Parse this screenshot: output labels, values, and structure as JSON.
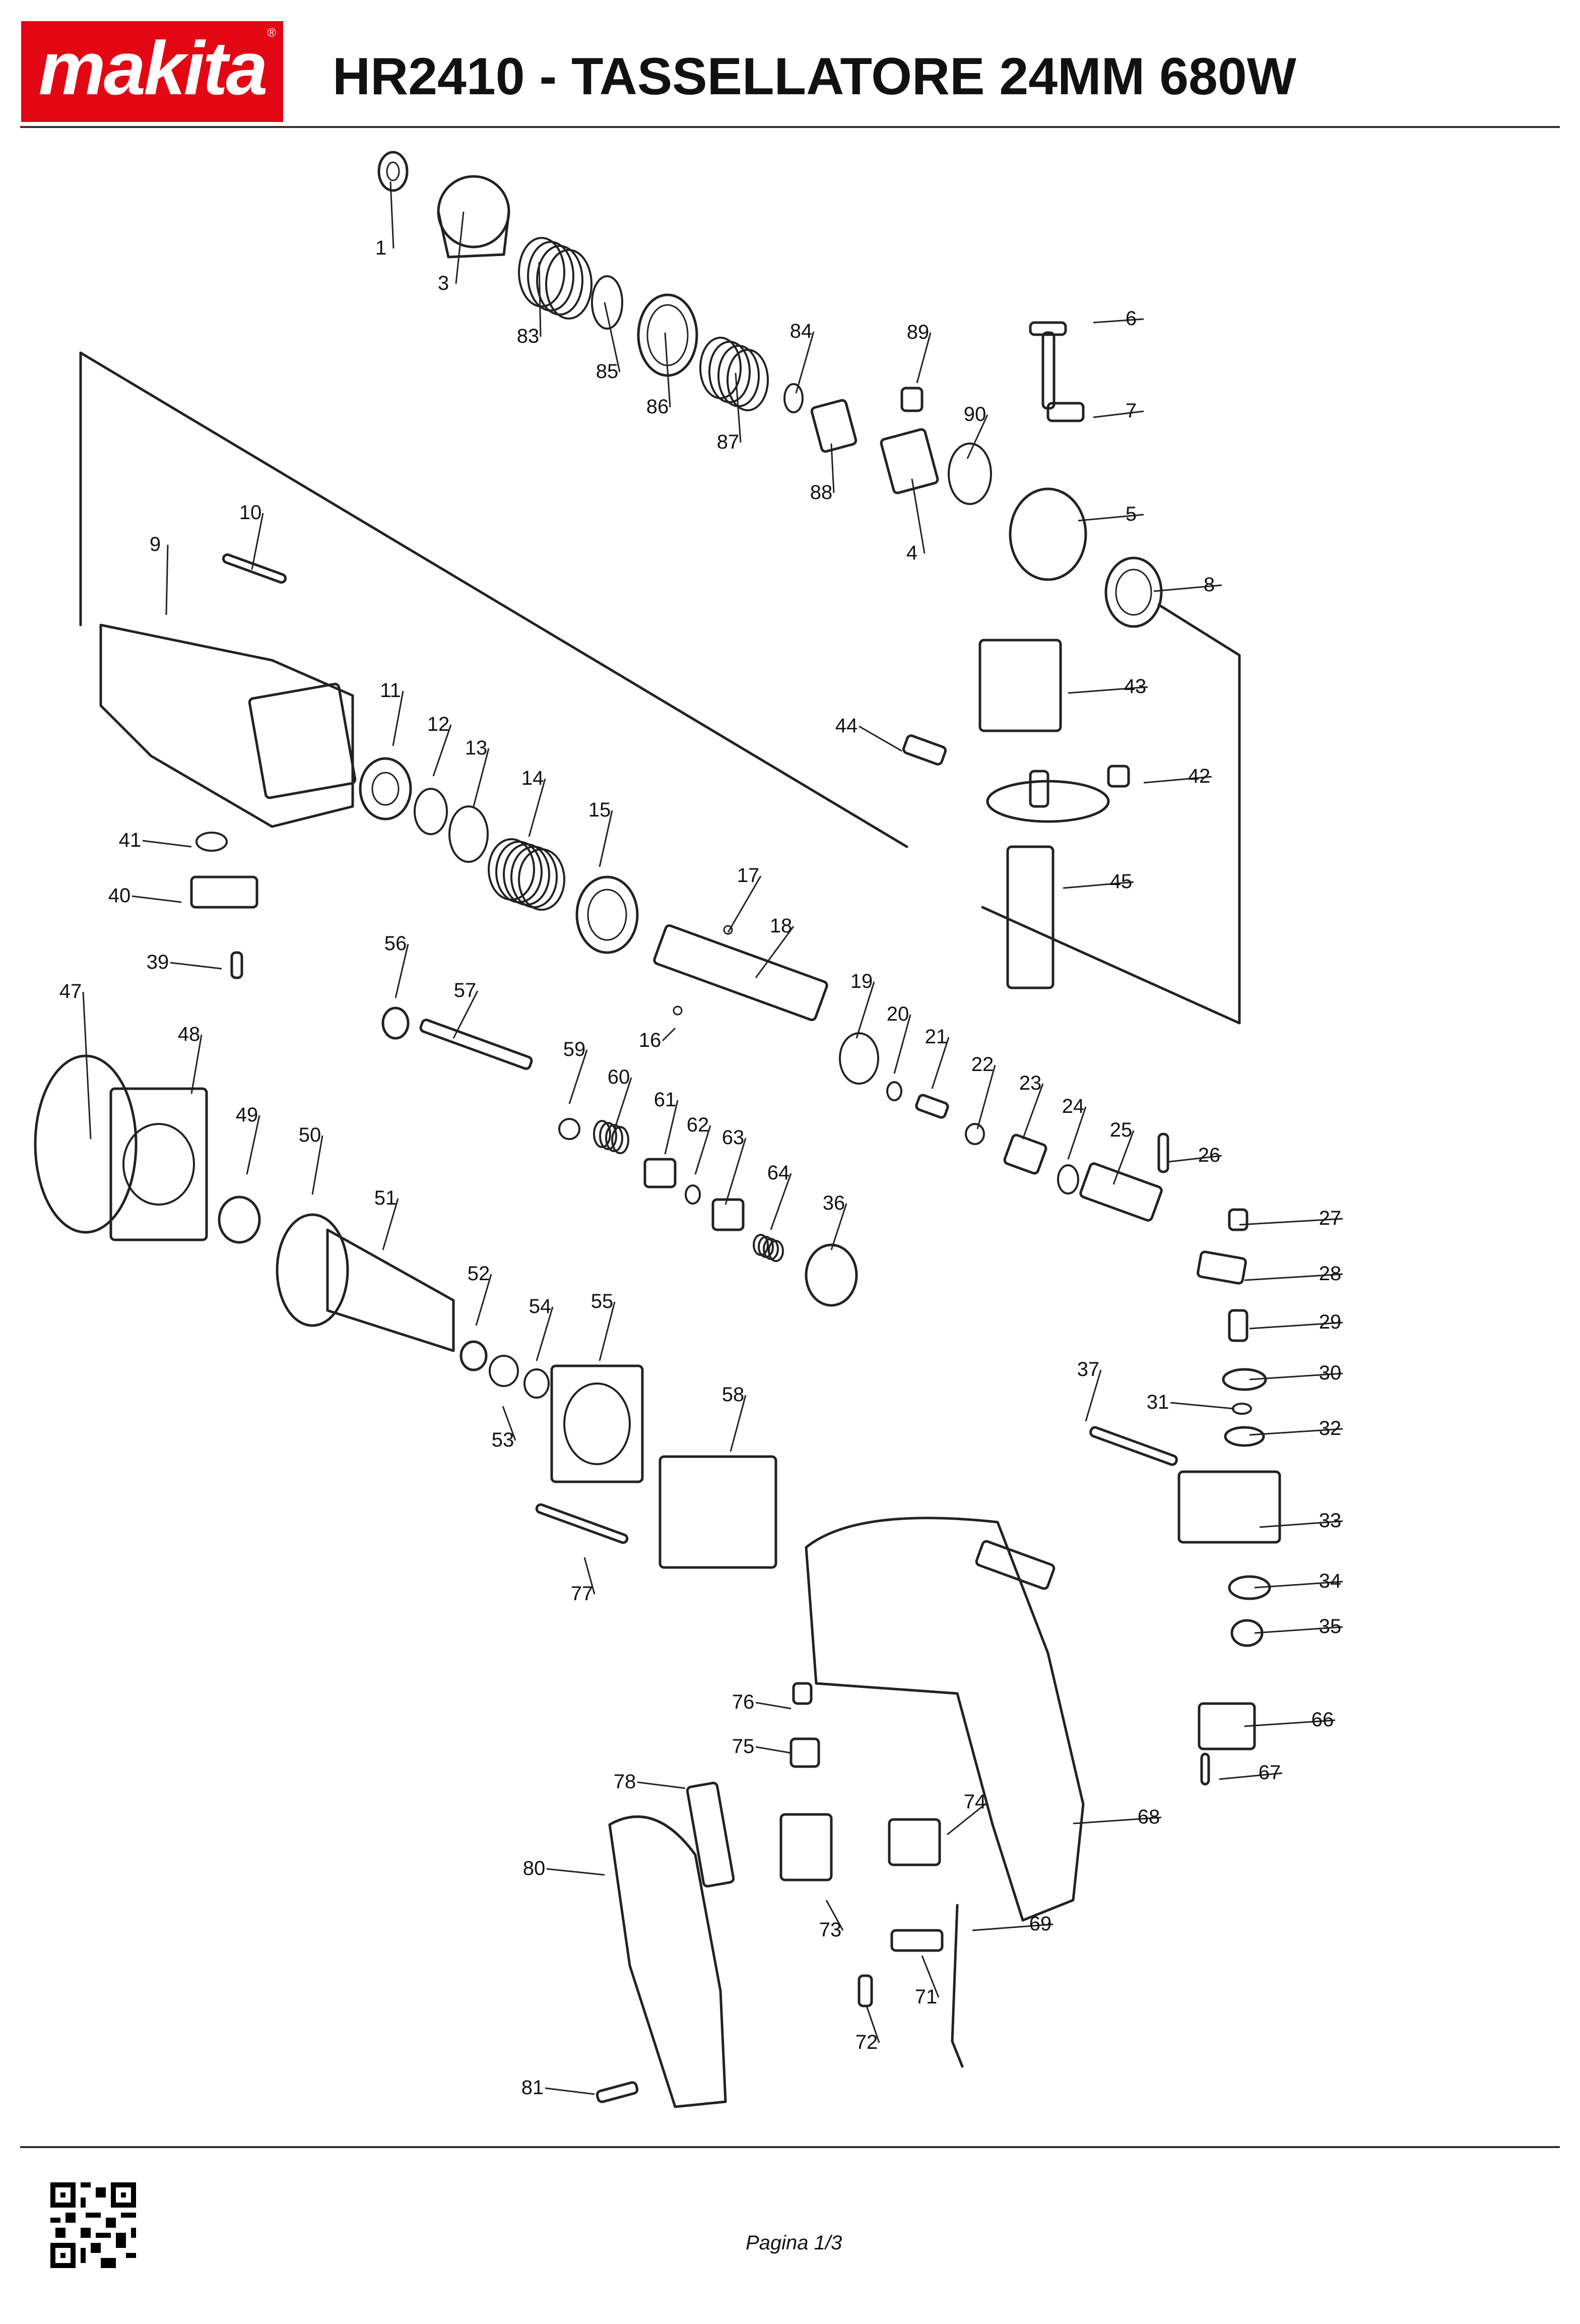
{
  "header": {
    "brand": "makita",
    "title": "HR2410 - TASSELLATORE 24MM 680W"
  },
  "footer": {
    "page": "Pagina 1/3"
  },
  "colors": {
    "brand_red": "#e30613",
    "line": "#222222"
  },
  "diagram": {
    "part_labels": [
      "1",
      "3",
      "83",
      "85",
      "86",
      "87",
      "84",
      "89",
      "88",
      "4",
      "90",
      "6",
      "7",
      "5",
      "8",
      "10",
      "9",
      "11",
      "12",
      "13",
      "14",
      "15",
      "17",
      "18",
      "16",
      "41",
      "40",
      "39",
      "56",
      "57",
      "59",
      "60",
      "61",
      "62",
      "63",
      "64",
      "36",
      "19",
      "20",
      "21",
      "22",
      "23",
      "24",
      "25",
      "26",
      "27",
      "28",
      "29",
      "30",
      "31",
      "32",
      "33",
      "34",
      "35",
      "66",
      "67",
      "44",
      "43",
      "42",
      "45",
      "47",
      "48",
      "49",
      "50",
      "51",
      "52",
      "53",
      "54",
      "55",
      "58",
      "77",
      "37",
      "76",
      "75",
      "78",
      "74",
      "68",
      "80",
      "73",
      "71",
      "69",
      "72",
      "81"
    ]
  }
}
